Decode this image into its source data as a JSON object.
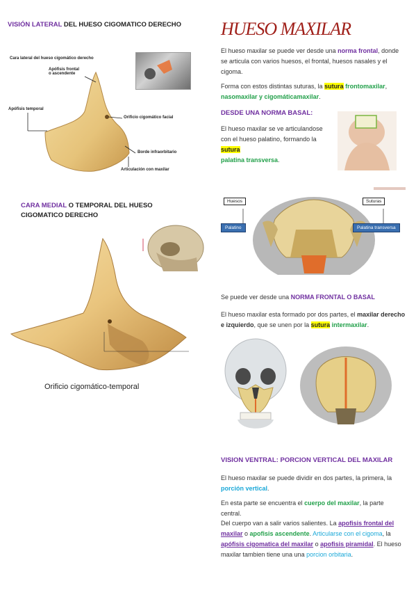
{
  "left": {
    "sec1": {
      "h_purple": "VISIÓN LATERAL",
      "h_rest": " DEL HUESO CIGOMATICO DERECHO"
    },
    "fig1": {
      "caption": "Cara lateral del hueso cigomático derecho",
      "l1": "Apófisis frontal",
      "l1b": "o ascendente",
      "l2": "Apófisis temporal",
      "l3": "Orificio cigomático facial",
      "l4": "Borde infraorbitario",
      "l5": "Articulación con maxilar"
    },
    "sec2": {
      "h_purple": "CARA MEDIAL",
      "h_rest": " O TEMPORAL DEL HUESO",
      "h_line2": "CIGOMATICO DERECHO"
    },
    "fig2": {
      "label": "Orificio cigomático-temporal"
    }
  },
  "right": {
    "title": "HUESO MAXILAR",
    "p1": {
      "a": "El hueso maxilar se puede ver desde una ",
      "b": "norma frontal",
      "c": ", donde se articula con varios huesos, el frontal, huesos nasales y el cigoma."
    },
    "p2": {
      "a": "Forma con estos distintas suturas, la ",
      "b": "sutura",
      "c": " frontomaxilar",
      "d": ", ",
      "e": "nasomaxilar y cigomáticamaxilar",
      "f": "."
    },
    "h2": "DESDE UNA NORMA BASAL:",
    "p3": {
      "a": "El hueso maxilar se ve articulandose con el hueso palatino, formando la ",
      "b": "sutura",
      "c": "palatina transversa",
      "d": "."
    },
    "fig3": {
      "left_tag": "Huesos",
      "left_blue": "Palatino",
      "right_tag": "Suturas",
      "right_blue": "Palatina transversa"
    },
    "p4": {
      "a": "Se puede ver desde una ",
      "b": "NORMA FRONTAL O BASAL"
    },
    "p5": {
      "a": "El hueso maxilar esta formado por dos partes, el ",
      "b": "maxilar derecho e izquierdo",
      "c": ", que se unen por la ",
      "d": "sutura",
      "e": " intermaxilar",
      "f": "."
    },
    "h3": "VISION VENTRAL: PORCION VERTICAL DEL MAXILAR",
    "p6": {
      "a": "El hueso maxilar se puede dividir en dos partes, la primera, la ",
      "b": "porción vertical",
      "c": "."
    },
    "p7": {
      "a": "En esta parte se encuentra el ",
      "b": "cuerpo del maxilar",
      "c": ", la parte central."
    },
    "p8": {
      "a": "Del cuerpo van a salir varios salientes. La ",
      "b": "apofisis frontal del maxilar",
      "c": " o ",
      "d": "apofisis ascendente",
      "e": ". ",
      "f": "Articularse con el cigoma",
      "g": ", la ",
      "h": "apófisis cigomatica del maxilar",
      "i": " o ",
      "j": "apofisis piramidal",
      "k": ". El hueso maxilar tambien tiene una una ",
      "l": "porcion orbitaria",
      "m": "."
    }
  }
}
